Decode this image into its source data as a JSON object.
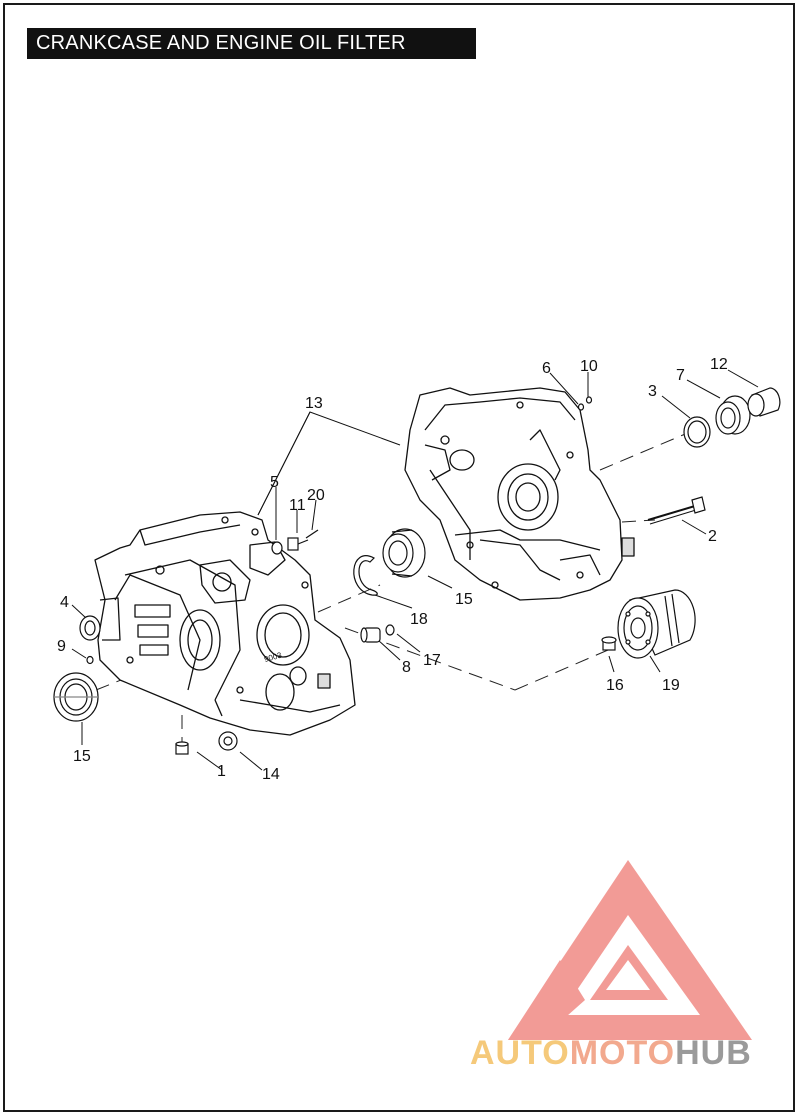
{
  "page": {
    "title": "CRANKCASE AND ENGINE OIL FILTER"
  },
  "callouts": {
    "c1": "1",
    "c2": "2",
    "c3": "3",
    "c4": "4",
    "c5": "5",
    "c6": "6",
    "c7": "7",
    "c8": "8",
    "c9": "9",
    "c10": "10",
    "c11": "11",
    "c12": "12",
    "c13": "13",
    "c14": "14",
    "c15a": "15",
    "c15b": "15",
    "c16": "16",
    "c17": "17",
    "c18": "18",
    "c19": "19",
    "c20": "20"
  },
  "casting_mark": "9003",
  "watermark": {
    "part1": "AUTO",
    "part2": "MOTO",
    "part3": "HUB",
    "colors": {
      "auto": "#f5c97a",
      "moto": "#f2a98e",
      "hub": "#9a9a9a",
      "logo": "#f08a84"
    }
  }
}
